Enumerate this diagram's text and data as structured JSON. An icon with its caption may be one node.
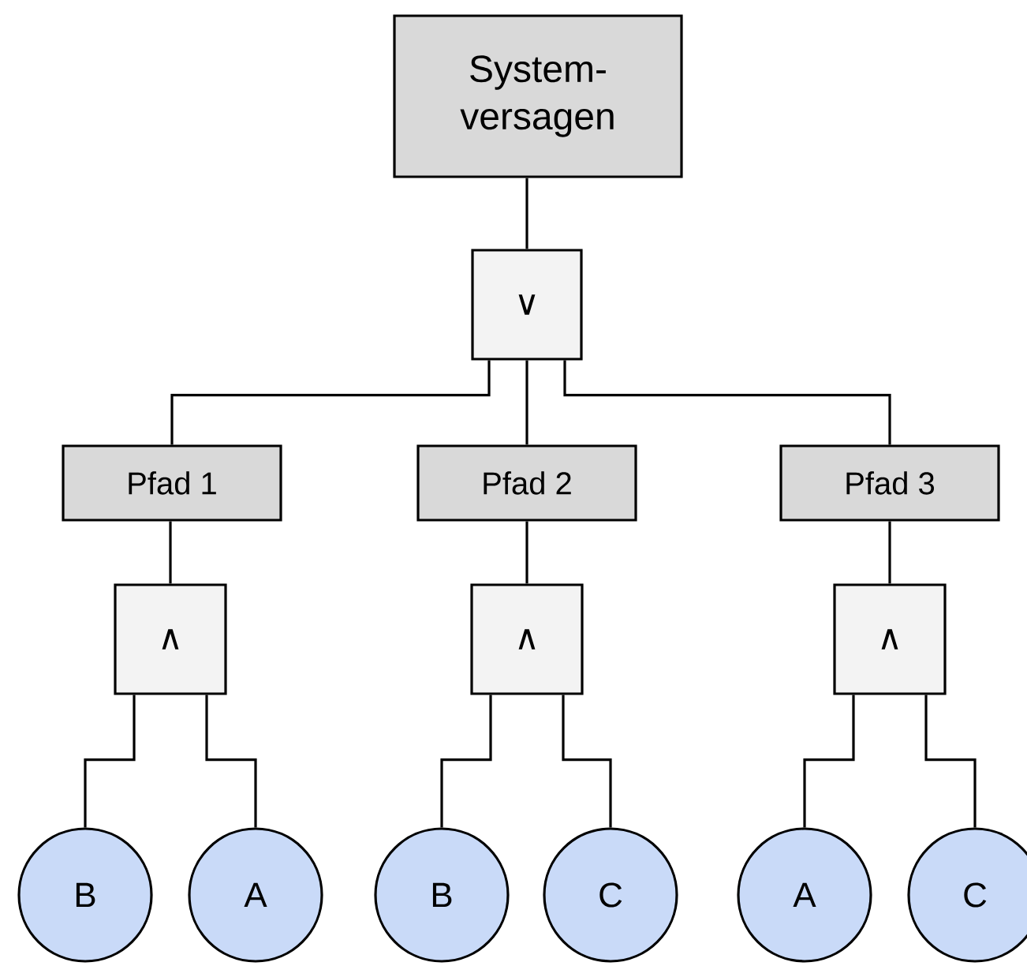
{
  "diagram": {
    "nodes": [
      {
        "text": [
          "System- versagen"
        ]
      },
      {
        "text": [
          "∨"
        ]
      },
      {
        "text": [
          "Pfad 1"
        ]
      },
      {
        "text": [
          "Pfad 2"
        ]
      },
      {
        "text": [
          "Pfad 3"
        ]
      },
      {
        "text": [
          "∧"
        ]
      },
      {
        "text": [
          "∧"
        ]
      },
      {
        "text": [
          "∧"
        ]
      },
      {
        "text": [
          "B"
        ]
      },
      {
        "text": [
          "A"
        ]
      },
      {
        "text": [
          "B"
        ]
      },
      {
        "text": [
          "C"
        ]
      },
      {
        "text": [
          "A"
        ]
      },
      {
        "text": [
          "C"
        ]
      }
    ],
    "edges": [
      {
        "from": 0,
        "to": 1,
        "arrow": "none"
      },
      {
        "from": 1,
        "to": 2,
        "arrow": "none"
      },
      {
        "from": 1,
        "to": 3,
        "arrow": "none"
      },
      {
        "from": 1,
        "to": 4,
        "arrow": "none"
      },
      {
        "from": 2,
        "to": 5,
        "arrow": "none"
      },
      {
        "from": 3,
        "to": 6,
        "arrow": "none"
      },
      {
        "from": 4,
        "to": 7,
        "arrow": "none"
      },
      {
        "from": 5,
        "to": 8,
        "arrow": "none"
      },
      {
        "from": 5,
        "to": 9,
        "arrow": "none"
      },
      {
        "from": 6,
        "to": 10,
        "arrow": "none"
      },
      {
        "from": 6,
        "to": 11,
        "arrow": "none"
      },
      {
        "from": 7,
        "to": 12,
        "arrow": "none"
      },
      {
        "from": 7,
        "to": 13,
        "arrow": "none"
      }
    ]
  }
}
